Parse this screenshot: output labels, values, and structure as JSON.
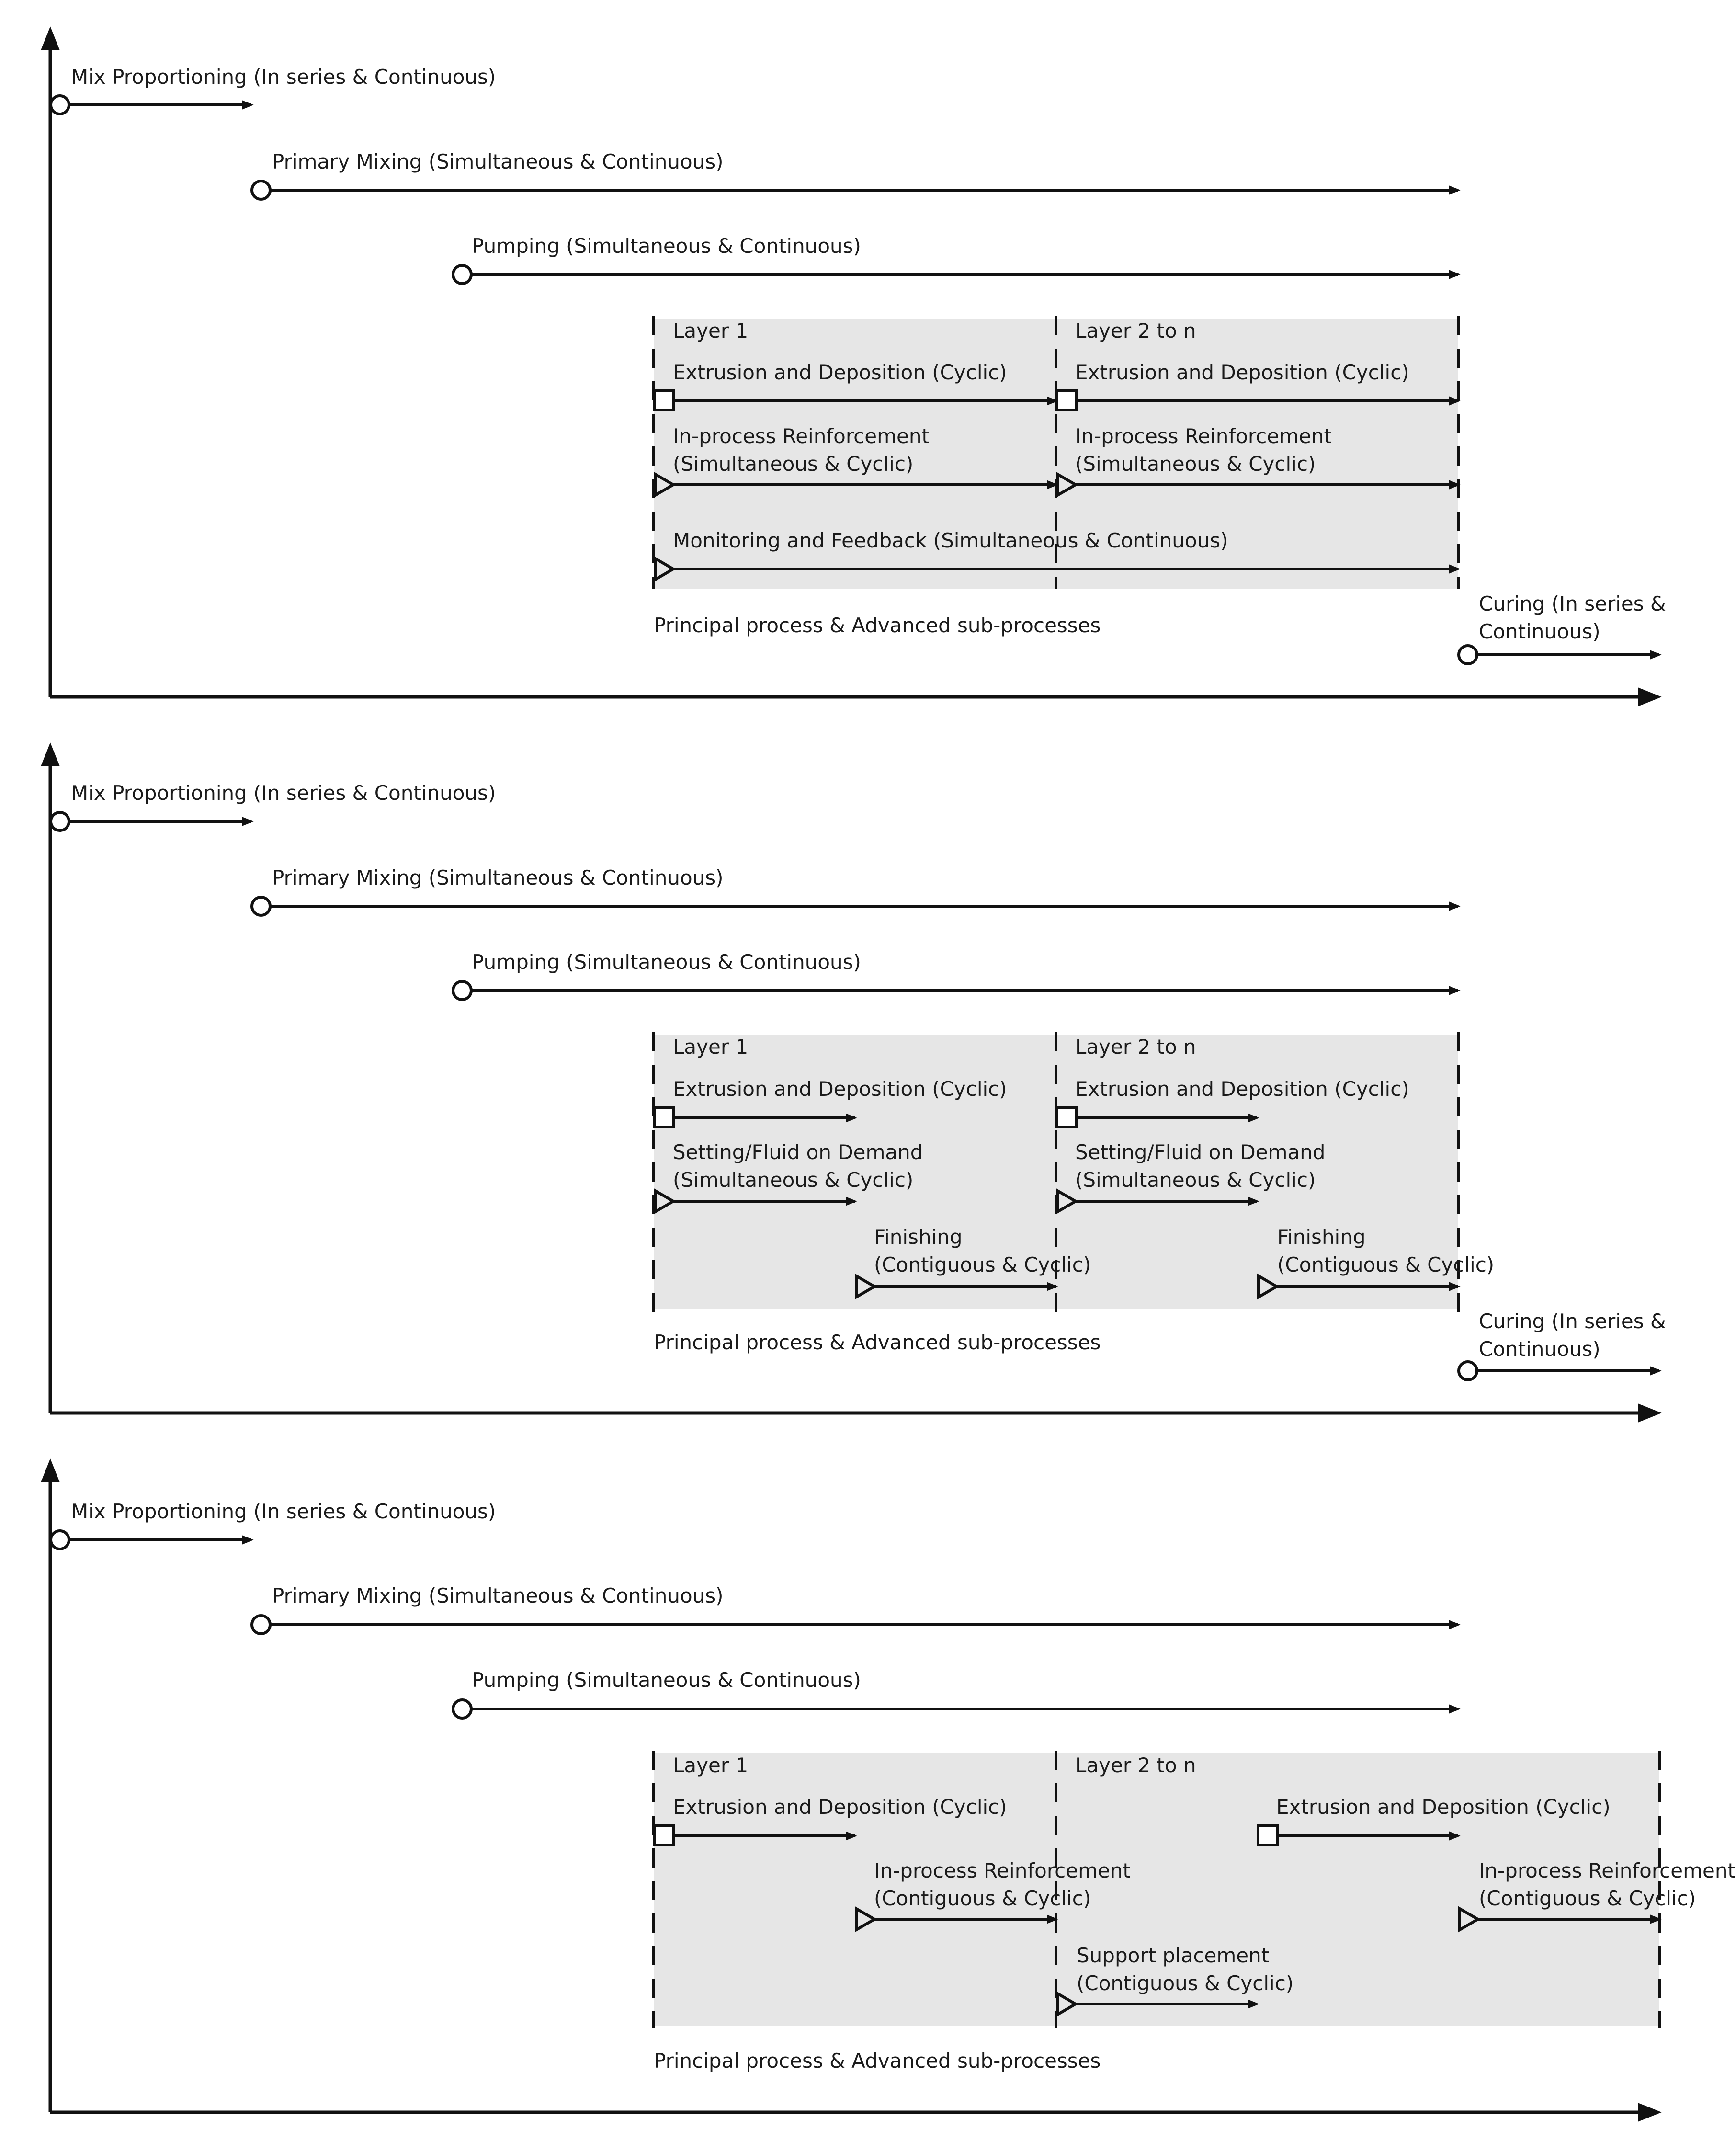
{
  "diagram": {
    "text": {
      "mix": "Mix Proportioning (In series & Continuous)",
      "primary": "Primary Mixing (Simultaneous & Continuous)",
      "pumping": "Pumping (Simultaneous & Continuous)",
      "layer1": "Layer 1",
      "layer2": "Layer 2 to n",
      "extrusion": "Extrusion and Deposition (Cyclic)",
      "inproc": "In-process Reinforcement",
      "simcyc": "(Simultaneous & Cyclic)",
      "contcyc": "(Contiguous & Cyclic)",
      "monitoring": "Monitoring and Feedback (Simultaneous & Continuous)",
      "setting": "Setting/Fluid on Demand",
      "finishing": "Finishing",
      "support": "Support placement",
      "principal": "Principal process & Advanced sub-processes",
      "curing1": "Curing (In series &",
      "curing2": "Continuous)"
    }
  }
}
